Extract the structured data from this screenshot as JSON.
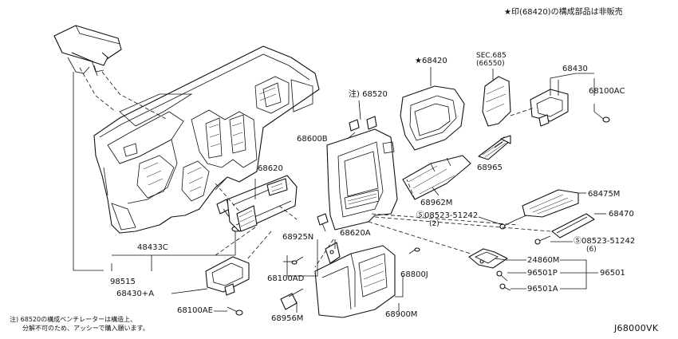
{
  "header_note": "★印(68420)の構成部品は非販売",
  "footer_note_line1": "注) 68520の構成ベンチレーターは構造上、",
  "footer_note_line2": "分解不可のため、アッシーで購入願います。",
  "diagram_code": "J68000VK",
  "labels": {
    "p98515": "98515",
    "p48433c": "48433C",
    "p68620": "68620",
    "p68520": "注) 68520",
    "p68600b": "68600B",
    "p68420": "★68420",
    "p_sec685": "SEC.685",
    "p66550": "(66550)",
    "p68430": "68430",
    "p68100ac": "68100AC",
    "p68965": "68965",
    "p68962m": "68962M",
    "p68475m": "68475M",
    "p08523_2": "08523-51242",
    "p08523_2_qty": "(2)",
    "p68470": "68470",
    "p08523_6": "08523-51242",
    "p08523_6_qty": "(6)",
    "p24860m": "24860M",
    "p96501p": "96501P",
    "p96501": "96501",
    "p96501a": "96501A",
    "p68925n": "68925N",
    "p68620a": "68620A",
    "p68100ad": "68100AD",
    "p68800j": "68800J",
    "p68956m": "68956M",
    "p68900m": "68900M",
    "p68430a": "68430+A",
    "p68100ae": "68100AE"
  }
}
